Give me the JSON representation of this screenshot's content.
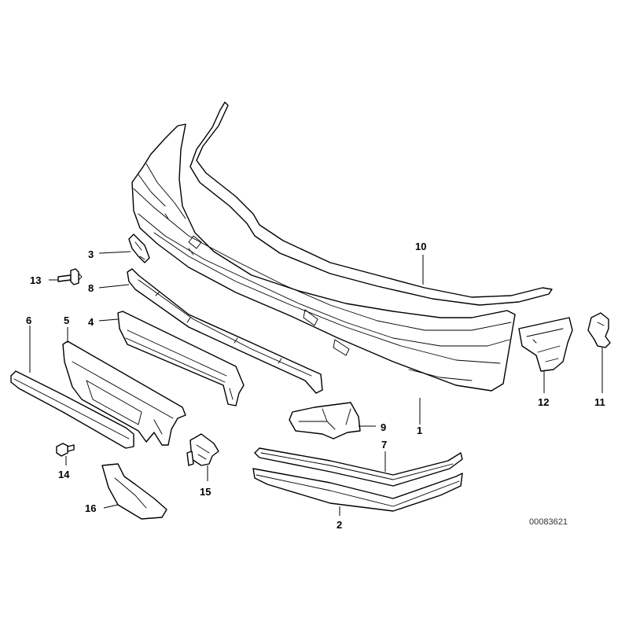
{
  "diagram": {
    "callouts": [
      "1",
      "2",
      "3",
      "4",
      "5",
      "6",
      "7",
      "8",
      "9",
      "10",
      "11",
      "12",
      "13",
      "14",
      "15",
      "16"
    ],
    "catalog_number": "00083621"
  },
  "colors": {
    "line": "#000000",
    "background": "#ffffff",
    "shade": "#d9d9d9"
  }
}
